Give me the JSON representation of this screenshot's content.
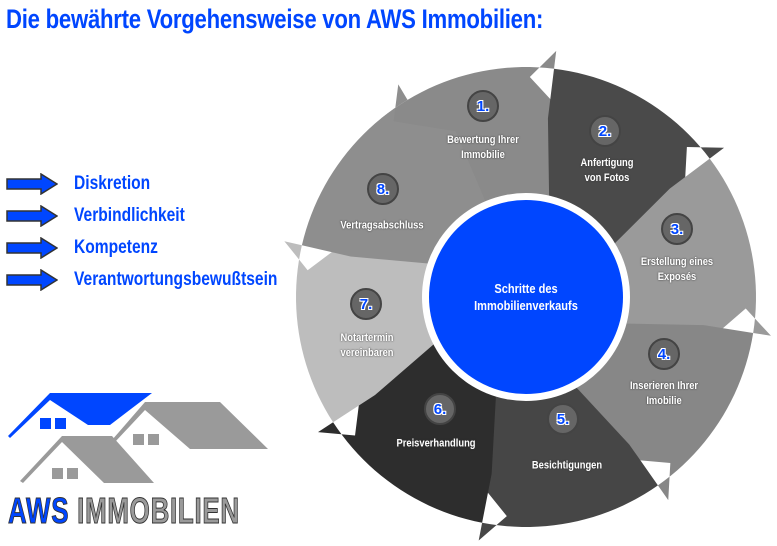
{
  "title": "Die bewährte Vorgehensweise von AWS Immobilien:",
  "values": [
    "Diskretion",
    "Verbindlichkeit",
    "Kompetenz",
    "Verantwortungsbewußtsein"
  ],
  "center": "Schritte des\nImmobilienverkaufs",
  "steps": [
    {
      "num": "1.",
      "label": "Bewertung Ihrer\nImmobilie",
      "color": "#8a8a8a"
    },
    {
      "num": "2.",
      "label": "Anfertigung\nvon Fotos",
      "color": "#4a4a4a"
    },
    {
      "num": "3.",
      "label": "Erstellung eines\nExposés",
      "color": "#9a9a9a"
    },
    {
      "num": "4.",
      "label": "Inserieren Ihrer\nImobilie",
      "color": "#878787"
    },
    {
      "num": "5.",
      "label": "Besichtigungen",
      "color": "#464646"
    },
    {
      "num": "6.",
      "label": "Preisverhandlung",
      "color": "#2d2d2d"
    },
    {
      "num": "7.",
      "label": "Notartermin\nvereinbaren",
      "color": "#bdbdbd"
    },
    {
      "num": "8.",
      "label": "Vertragsabschluss",
      "color": "#8e8e8e"
    }
  ],
  "logo": {
    "brand": "AWS",
    "name": "IMMOBILIEN"
  },
  "colors": {
    "accent": "#0046ff"
  }
}
